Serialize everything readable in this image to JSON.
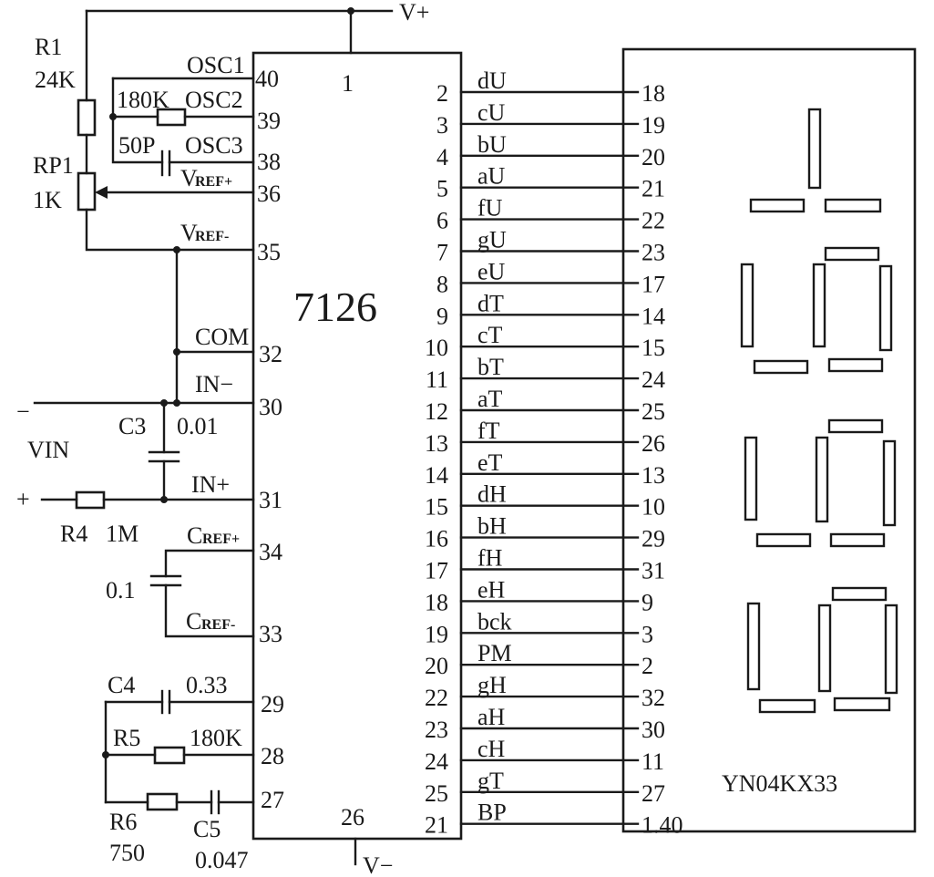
{
  "labels": {
    "vplus": "V+",
    "vminus": "V−",
    "chip": "7126",
    "display_part": "YN04KX33",
    "r1": "R1",
    "r1_val": "24K",
    "rp1": "RP1",
    "rp1_val": "1K",
    "r_osc": "180K",
    "c_osc": "50P",
    "osc1": "OSC1",
    "osc2": "OSC2",
    "osc3": "OSC3",
    "vref_plus_main": "V",
    "vref_plus_sub": "REF+",
    "vref_minus_main": "V",
    "vref_minus_sub": "REF-",
    "com": "COM",
    "in_minus": "IN−",
    "in_plus": "IN+",
    "vin": "VIN",
    "vin_minus": "−",
    "vin_plus": "+",
    "c3": "C3",
    "c3_val": "0.01",
    "r4": "R4",
    "r4_val": "1M",
    "cref_plus_main": "C",
    "cref_plus_sub": "REF+",
    "cref_minus_main": "C",
    "cref_minus_sub": "REF-",
    "c_ref_val": "0.1",
    "c4": "C4",
    "c4_val": "0.33",
    "r5": "R5",
    "r5_val": "180K",
    "r6": "R6",
    "r6_val": "750",
    "c5": "C5",
    "c5_val": "0.047"
  },
  "chip_pins_left": [
    {
      "num": "40"
    },
    {
      "num": "39"
    },
    {
      "num": "38"
    },
    {
      "num": "36"
    },
    {
      "num": "35"
    },
    {
      "num": "32"
    },
    {
      "num": "30"
    },
    {
      "num": "31"
    },
    {
      "num": "34"
    },
    {
      "num": "33"
    },
    {
      "num": "29"
    },
    {
      "num": "28"
    },
    {
      "num": "27"
    }
  ],
  "chip_pin_top": "1",
  "chip_pin_bottom": "26",
  "signals": [
    {
      "pin": "2",
      "name": "dU",
      "disp": "18"
    },
    {
      "pin": "3",
      "name": "cU",
      "disp": "19"
    },
    {
      "pin": "4",
      "name": "bU",
      "disp": "20"
    },
    {
      "pin": "5",
      "name": "aU",
      "disp": "21"
    },
    {
      "pin": "6",
      "name": "fU",
      "disp": "22"
    },
    {
      "pin": "7",
      "name": "gU",
      "disp": "23"
    },
    {
      "pin": "8",
      "name": "eU",
      "disp": "17"
    },
    {
      "pin": "9",
      "name": "dT",
      "disp": "14"
    },
    {
      "pin": "10",
      "name": "cT",
      "disp": "15"
    },
    {
      "pin": "11",
      "name": "bT",
      "disp": "24"
    },
    {
      "pin": "12",
      "name": "aT",
      "disp": "25"
    },
    {
      "pin": "13",
      "name": "fT",
      "disp": "26"
    },
    {
      "pin": "14",
      "name": "eT",
      "disp": "13"
    },
    {
      "pin": "15",
      "name": "dH",
      "disp": "10"
    },
    {
      "pin": "16",
      "name": "bH",
      "disp": "29"
    },
    {
      "pin": "17",
      "name": "fH",
      "disp": "31"
    },
    {
      "pin": "18",
      "name": "eH",
      "disp": "9"
    },
    {
      "pin": "19",
      "name": "bck",
      "disp": "3"
    },
    {
      "pin": "20",
      "name": "PM",
      "disp": "2"
    },
    {
      "pin": "22",
      "name": "gH",
      "disp": "32"
    },
    {
      "pin": "23",
      "name": "aH",
      "disp": "30"
    },
    {
      "pin": "24",
      "name": "cH",
      "disp": "11"
    },
    {
      "pin": "25",
      "name": "gT",
      "disp": "27"
    },
    {
      "pin": "21",
      "name": "BP",
      "disp": "1.40"
    }
  ]
}
